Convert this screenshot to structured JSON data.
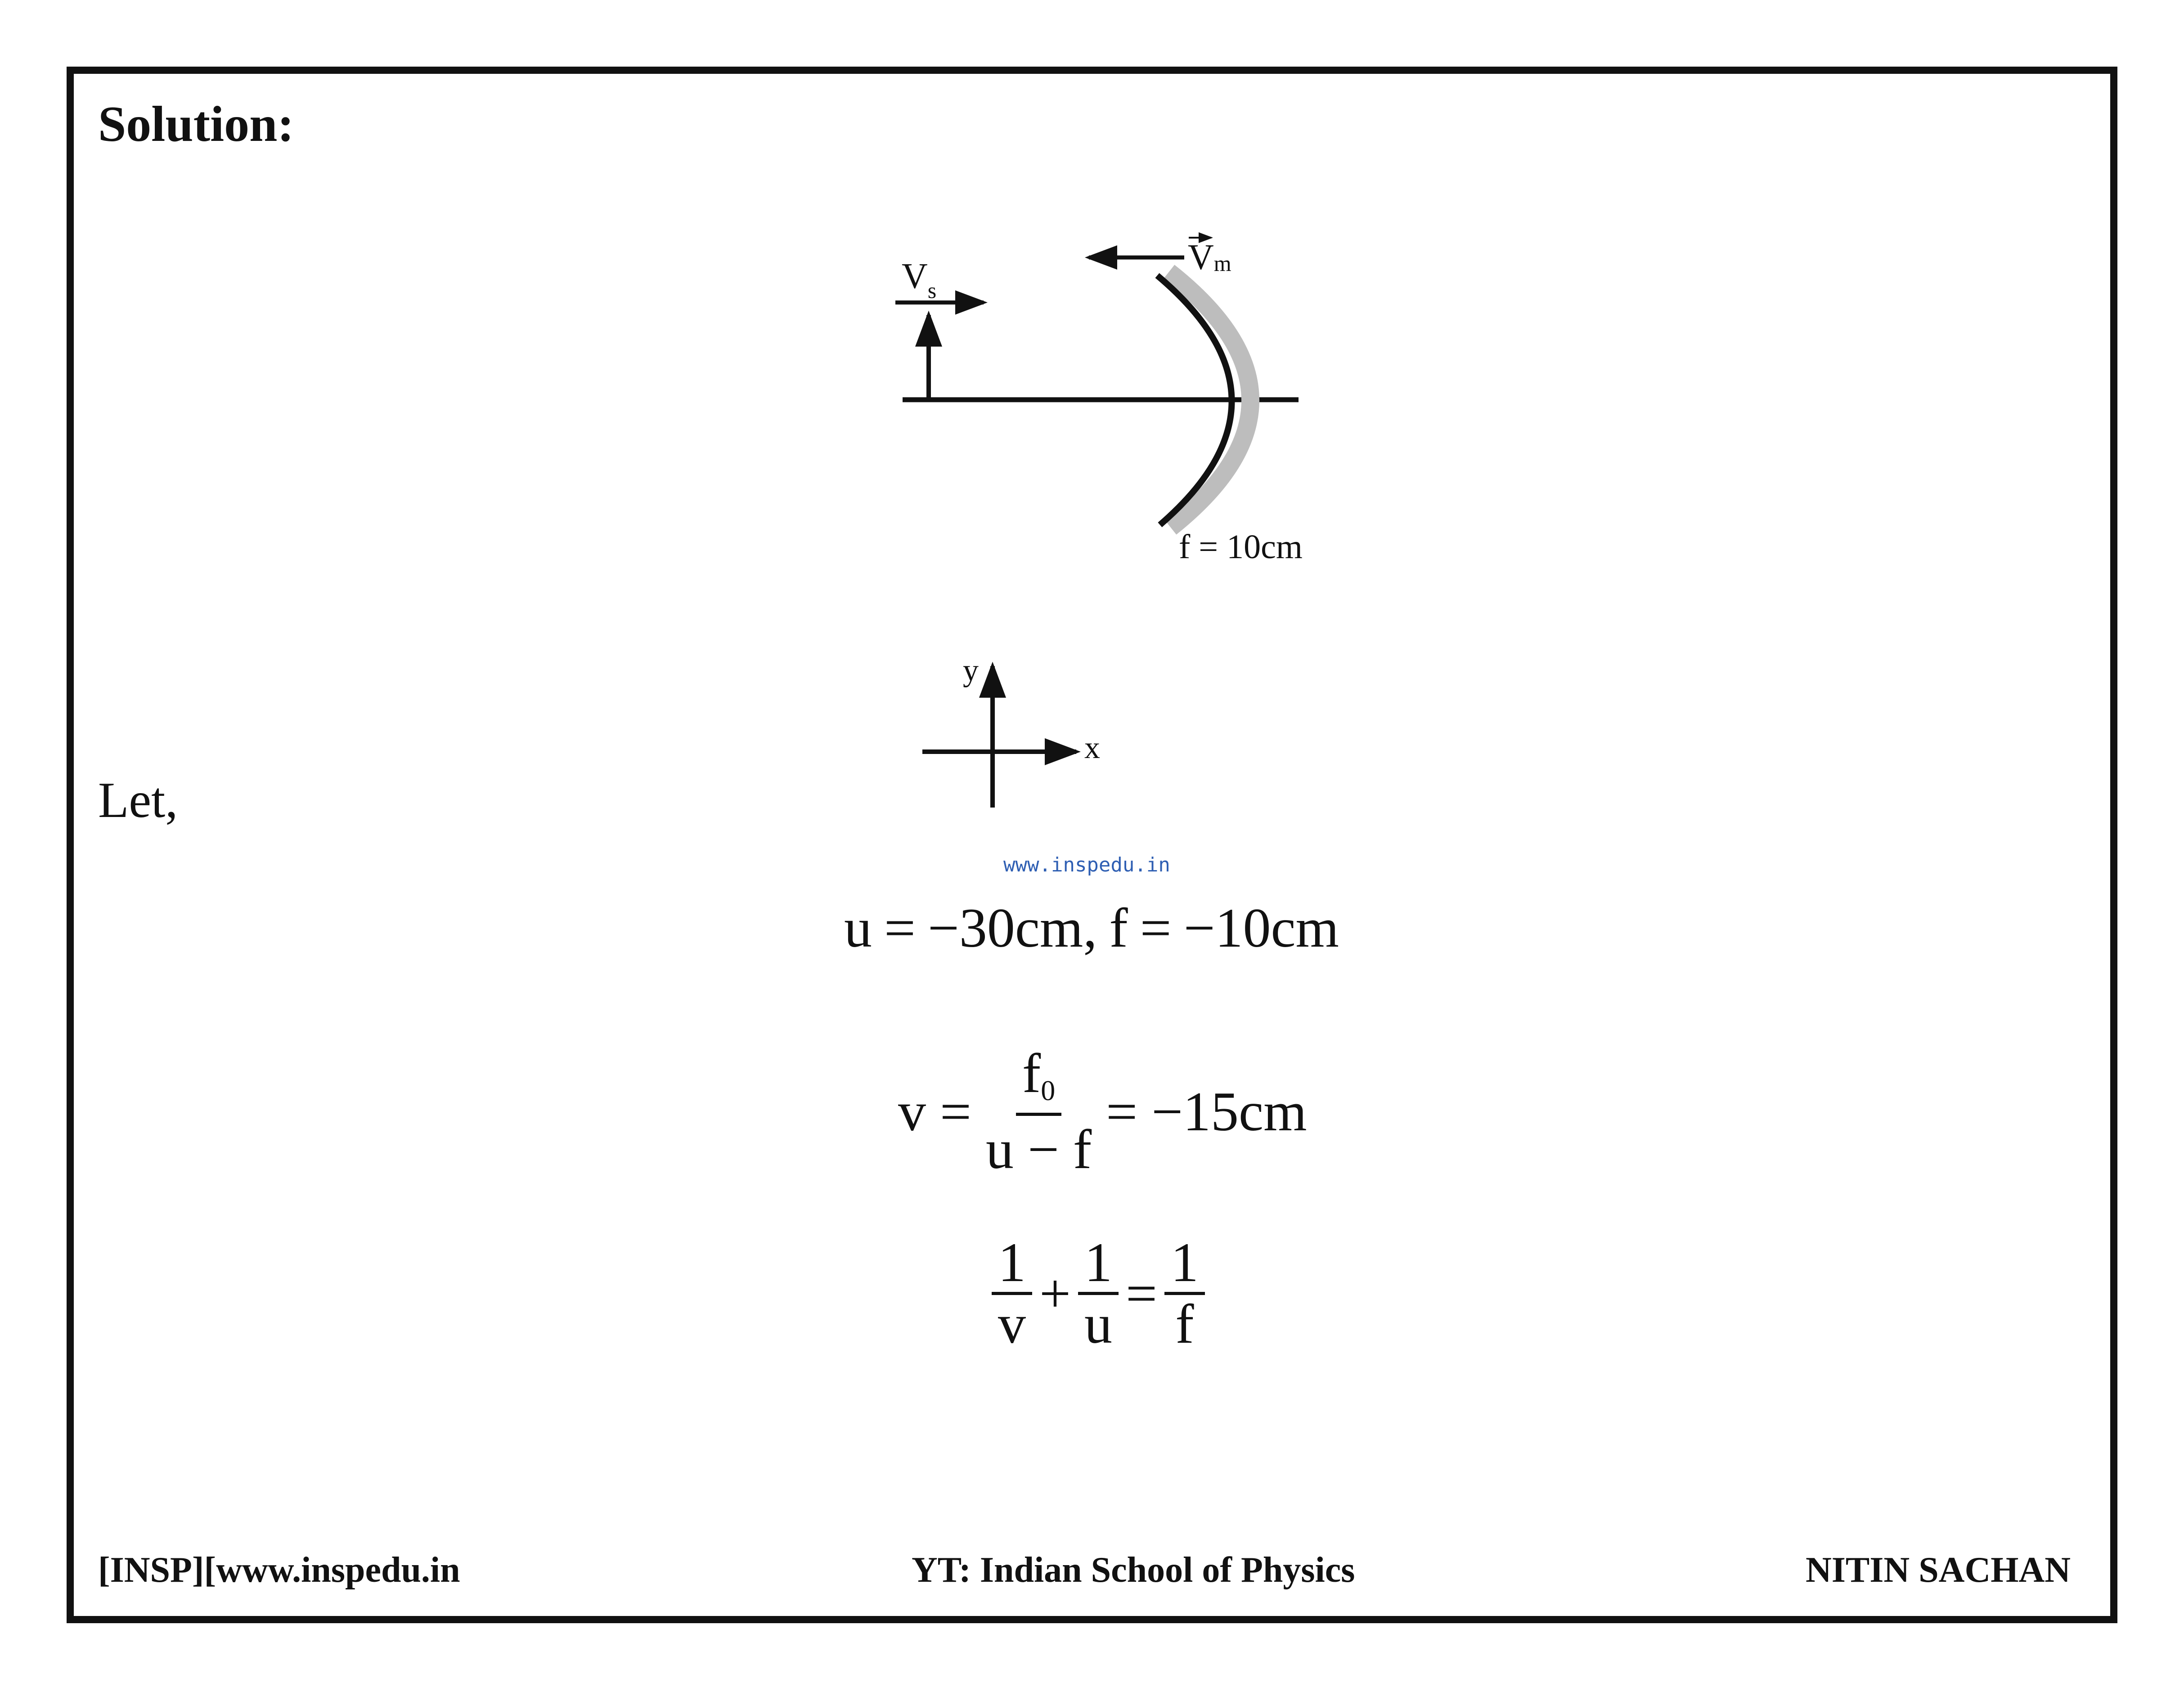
{
  "heading": "Solution:",
  "diagram": {
    "source_velocity_label": "V",
    "source_velocity_subscript": "s",
    "mirror_velocity_label": "V",
    "mirror_velocity_subscript": "m",
    "focal_length_label": "f = 10cm"
  },
  "axes": {
    "y_label": "y",
    "x_label": "x"
  },
  "let_label": "Let,",
  "watermark": "www.inspedu.in",
  "equations": {
    "eq1": "u = −30cm,  f = −10cm",
    "eq2": {
      "lhs": "v =",
      "numerator": "f",
      "numerator_subscript": "0",
      "denominator": "u − f",
      "rhs": "= −15cm"
    },
    "eq3": {
      "term1_num": "1",
      "term1_den": "v",
      "plus": "+",
      "term2_num": "1",
      "term2_den": "u",
      "equals": "=",
      "term3_num": "1",
      "term3_den": "f"
    }
  },
  "footer": {
    "left": "[INSP][www.inspedu.in",
    "center": "YT: Indian School of Physics",
    "right": "NITIN SACHAN"
  },
  "colors": {
    "ink": "#111111",
    "mirror_shade": "#bdbdbd",
    "watermark": "#2f5fb3"
  }
}
